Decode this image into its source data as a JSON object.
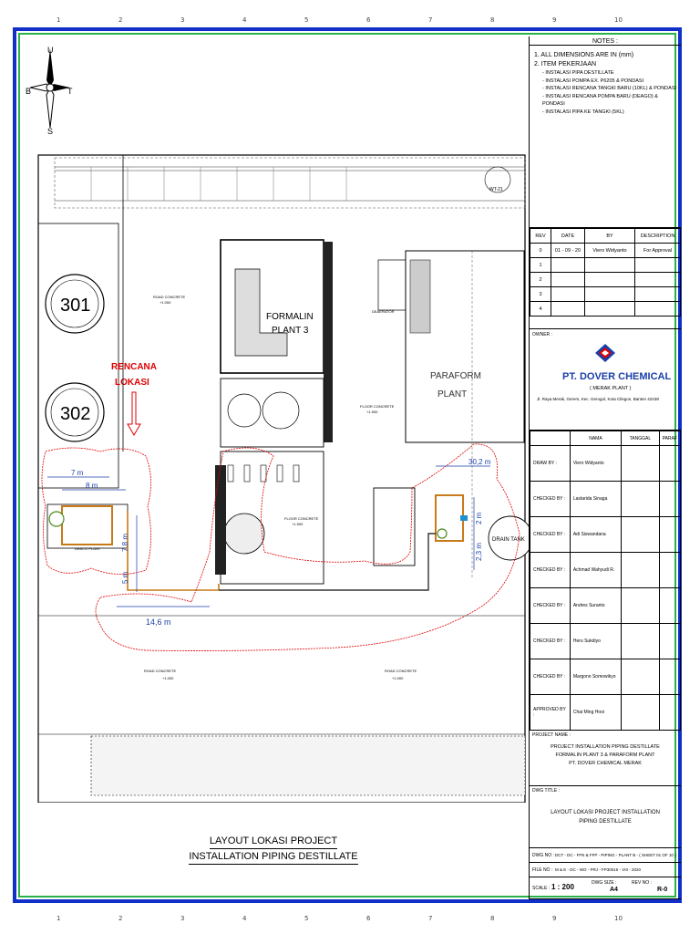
{
  "compass": {
    "n": "U",
    "s": "S",
    "w": "B",
    "e": "T"
  },
  "rulers": {
    "bottom": [
      "1",
      "2",
      "3",
      "4",
      "5",
      "6",
      "7",
      "8",
      "9",
      "10"
    ],
    "top": [
      "1",
      "2",
      "3",
      "4",
      "5",
      "6",
      "7",
      "8",
      "9",
      "10"
    ]
  },
  "notes": {
    "header": "NOTES :",
    "items": [
      "1.  ALL DIMENSIONS ARE IN  (mm)",
      "2.  ITEM PEKERJAAN"
    ],
    "sub_items": [
      "- INSTALASI PIPA DESTILLATE",
      "- INSTALASI POMPA EX. P6205 & PONDASI",
      "- INSTALASI RENCANA TANGKI BARU (10KL) & PONDASI",
      "- INSTALASI RENCANA POMPA BARU (DEAGO) & PONDASI",
      "- INSTALASI PIPA KE TANGKI (5KL)"
    ]
  },
  "revision": {
    "headers": [
      "REV",
      "DATE",
      "BY",
      "DESCRIPTION"
    ],
    "rows": [
      [
        "0",
        "01 - 09 - 20",
        "Viero Widyanto",
        "For Approval"
      ],
      [
        "1",
        "",
        "",
        ""
      ],
      [
        "2",
        "",
        "",
        ""
      ],
      [
        "3",
        "",
        "",
        ""
      ],
      [
        "4",
        "",
        "",
        ""
      ]
    ]
  },
  "owner": {
    "label": "OWNER :",
    "company": "PT. DOVER CHEMICAL",
    "plant": "( MERAK PLANT )",
    "address": "Jl. Raya Merak, Gerem, Kec. Gerogol, Kota Cilegon, Banten 42438"
  },
  "signatures": {
    "headers": [
      "NAMA",
      "TANGGAL",
      "PARAF"
    ],
    "rows": [
      [
        "DRAW BY :",
        "Viero Widyanto"
      ],
      [
        "CHECKED BY :",
        "Lastarida Sinaga"
      ],
      [
        "CHECKED BY :",
        "Adi Siswandana"
      ],
      [
        "CHECKED BY :",
        "Achmad Wahyudi R."
      ],
      [
        "CHECKED BY :",
        "Andres Suranto"
      ],
      [
        "CHECKED BY :",
        "Heru Sukdiyo"
      ],
      [
        "CHECKED BY :",
        "Margono Somowikyo"
      ],
      [
        "APPROVED BY :",
        "Chai Ming Hooi"
      ]
    ]
  },
  "project": {
    "label": "PROJECT NAME :",
    "lines": [
      "PROJECT INSTALLATION PIPING DESTILLATE",
      "FORMALIN PLANT 3 & PARAFORM PLANT",
      "PT. DOVER CHEMICAL MERAK"
    ]
  },
  "dwg_title": {
    "label": "DWG TITLE :",
    "lines": [
      "LAYOUT LOKASI PROJECT INSTALLATION",
      "PIPING DESTILLATE"
    ]
  },
  "dwg_no": {
    "label": "DWG NO :",
    "value": "DCT - DC - FFN & FFP - PIPING - PLANT B - ( SHEET 01 OF 10 )"
  },
  "file_no": {
    "label": "FILE NO :",
    "value": "M & E - DC - WO - PRJ - FP30015 - VIII - 2020"
  },
  "scale": {
    "label": "SCALE :",
    "value": "1 : 200",
    "size_label": "DWG SIZE :",
    "size": "A4",
    "rev_label": "REV NO :",
    "rev": "R-0"
  },
  "drawing": {
    "tanks": [
      "301",
      "302"
    ],
    "rencana": [
      "RENCANA",
      "LOKASI"
    ],
    "formalin": [
      "FORMALIN",
      "PLANT 3"
    ],
    "paraform": [
      "PARAFORM",
      "PLANT"
    ],
    "drain_tank": "DRAIN TANK",
    "wt": "WT-21",
    "deaerator": "DEAERATOR",
    "deaco": "DEACO PLANT",
    "dims": {
      "d7": "7 m",
      "d8": "8 m",
      "d78": "7,8 m",
      "d5": "5 m",
      "d146": "14,6 m",
      "d302": "30,2 m",
      "d23": "2,3 m",
      "d2": "2 m"
    },
    "road_labels": [
      "ROAD CONCRETE",
      "+1.000",
      "FLOOR CONCRETE",
      "+1.500",
      "ROAD CONCRETE",
      "+1.000",
      "ROAD CONCRETE",
      "+1.000",
      "FLOOR CONCRETE",
      "+1.500"
    ]
  },
  "title_block_main": [
    "LAYOUT LOKASI PROJECT",
    "INSTALLATION PIPING DESTILLATE"
  ]
}
